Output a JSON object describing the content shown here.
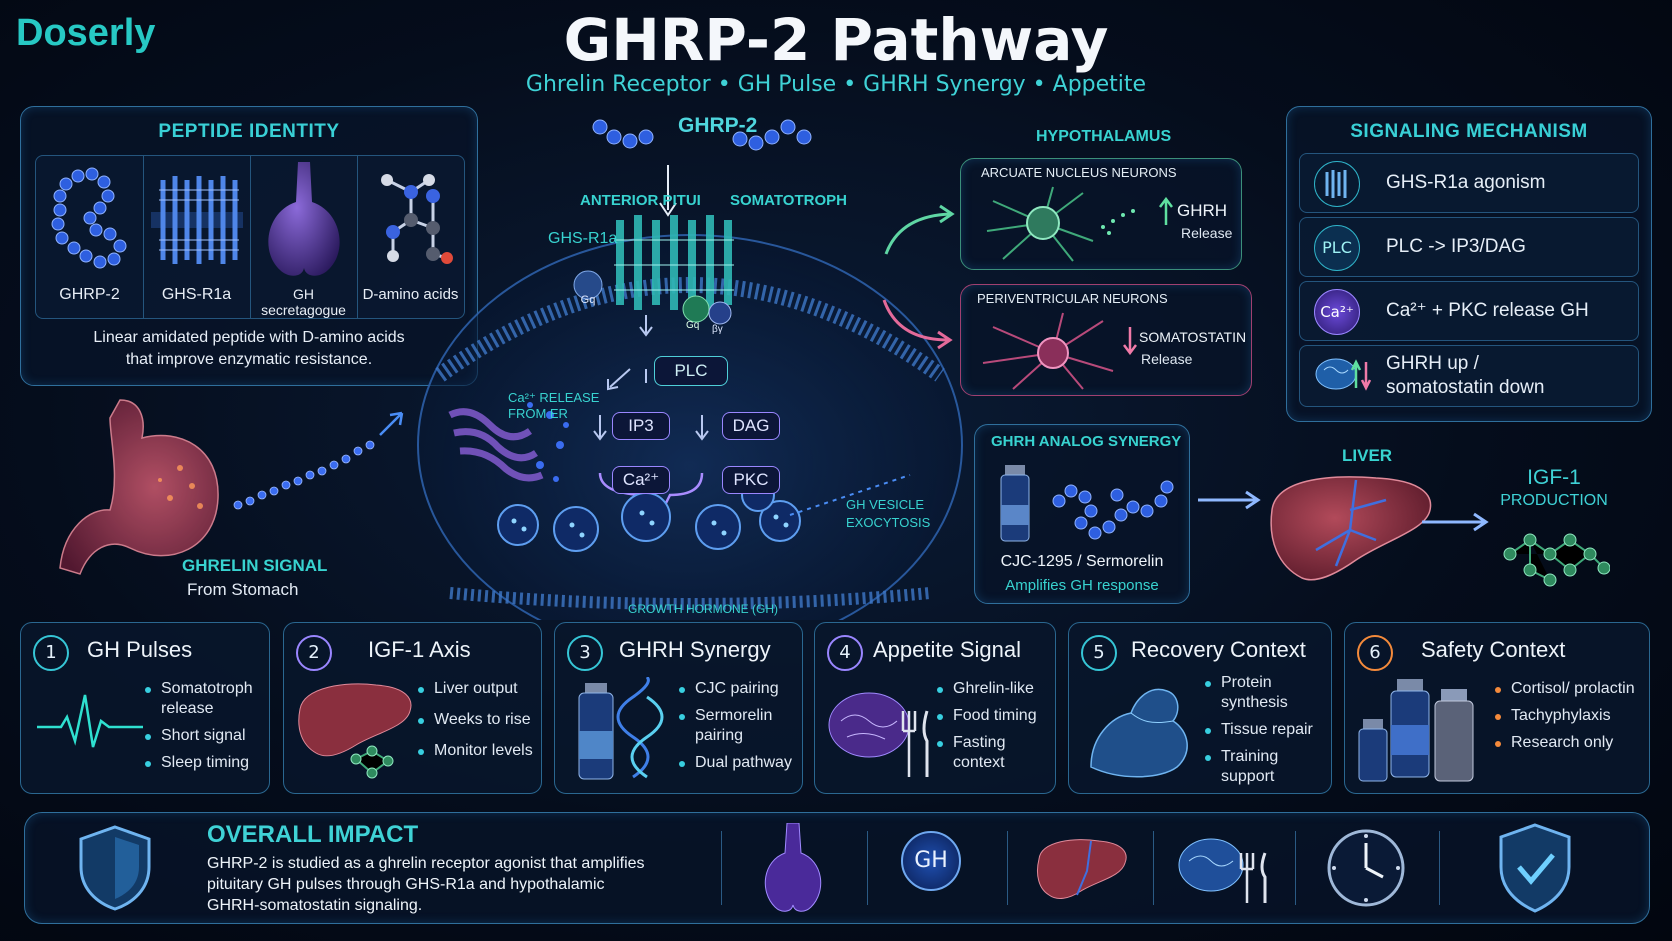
{
  "brand": "Doserly",
  "title": "GHRP-2 Pathway",
  "subtitle": "Ghrelin Receptor  •  GH Pulse  •  GHRH Synergy  •  Appetite",
  "identity": {
    "title": "PEPTIDE IDENTITY",
    "cards": [
      "GHRP-2",
      "GHS-R1a",
      "GH secretagogue",
      "D-amino acids"
    ],
    "description_line1": "Linear amidated peptide with D-amino acids",
    "description_line2": "that improve enzymatic resistance."
  },
  "ghrelin": {
    "label": "GHRELIN SIGNAL",
    "sub": "From Stomach"
  },
  "cell": {
    "peptide_label": "GHRP-2",
    "anterior_label": "ANTERIOR PITUI",
    "somatotroph_label": "SOMATOTROPH",
    "receptor_label": "GHS-R1a",
    "gq": "Gq",
    "gq2": "Gq",
    "by": "βγ",
    "plc": "PLC",
    "ip3": "IP3",
    "dag": "DAG",
    "ca": "Ca²⁺",
    "pkc": "PKC",
    "ca_release_line1": "Ca²⁺ RELEASE",
    "ca_release_line2": "FROM ER",
    "vesicle_line1": "GH VESICLE",
    "vesicle_line2": "EXOCYTOSIS",
    "gh_label": "GROWTH HORMONE (GH)"
  },
  "hypothalamus": {
    "title": "HYPOTHALAMUS",
    "arcuate_title": "ARCUATE NUCLEUS NEURONS",
    "arcuate_effect": "GHRH",
    "arcuate_effect_sub": "Release",
    "peri_title": "PERIVENTRICULAR NEURONS",
    "peri_effect": "SOMATOSTATIN",
    "peri_effect_sub": "Release"
  },
  "synergy": {
    "title": "GHRH ANALOG SYNERGY",
    "line1": "CJC-1295 / Sermorelin",
    "line2": "Amplifies GH response"
  },
  "liver": {
    "label": "LIVER"
  },
  "igf": {
    "line1": "IGF-1",
    "line2": "PRODUCTION"
  },
  "mechanism": {
    "title": "SIGNALING MECHANISM",
    "rows": [
      {
        "text": "GHS-R1a agonism",
        "icon": "receptor-icon"
      },
      {
        "text": "PLC -> IP3/DAG",
        "icon": "PLC"
      },
      {
        "text": "Ca²⁺ + PKC release GH",
        "icon": "Ca²⁺"
      },
      {
        "text_line1": "GHRH up /",
        "text_line2": "somatostatin down",
        "icon": "brain-icon"
      }
    ]
  },
  "cards": [
    {
      "num": "1",
      "title": "GH Pulses",
      "items": [
        "Somatotroph release",
        "Short signal",
        "Sleep timing"
      ]
    },
    {
      "num": "2",
      "title": "IGF-1 Axis",
      "items": [
        "Liver output",
        "Weeks to rise",
        "Monitor levels"
      ]
    },
    {
      "num": "3",
      "title": "GHRH Synergy",
      "items": [
        "CJC pairing",
        "Sermorelin pairing",
        "Dual pathway"
      ]
    },
    {
      "num": "4",
      "title": "Appetite Signal",
      "items": [
        "Ghrelin-like",
        "Food timing",
        "Fasting context"
      ]
    },
    {
      "num": "5",
      "title": "Recovery Context",
      "items": [
        "Protein synthesis",
        "Tissue repair",
        "Training support"
      ]
    },
    {
      "num": "6",
      "title": "Safety Context",
      "items": [
        "Cortisol/ prolactin",
        "Tachyphylaxis",
        "Research only"
      ]
    }
  ],
  "impact": {
    "title": "OVERALL IMPACT",
    "line1": "GHRP-2 is studied as a ghrelin receptor agonist that amplifies",
    "line2": "pituitary GH pulses through GHS-R1a and hypothalamic",
    "line3": "GHRH-somatostatin signaling.",
    "gh_icon_text": "GH"
  },
  "colors": {
    "accent": "#38d3d0",
    "pathway": "#9a86ff",
    "warning": "#f48a3b",
    "panel_border": "#2f6f9c"
  }
}
